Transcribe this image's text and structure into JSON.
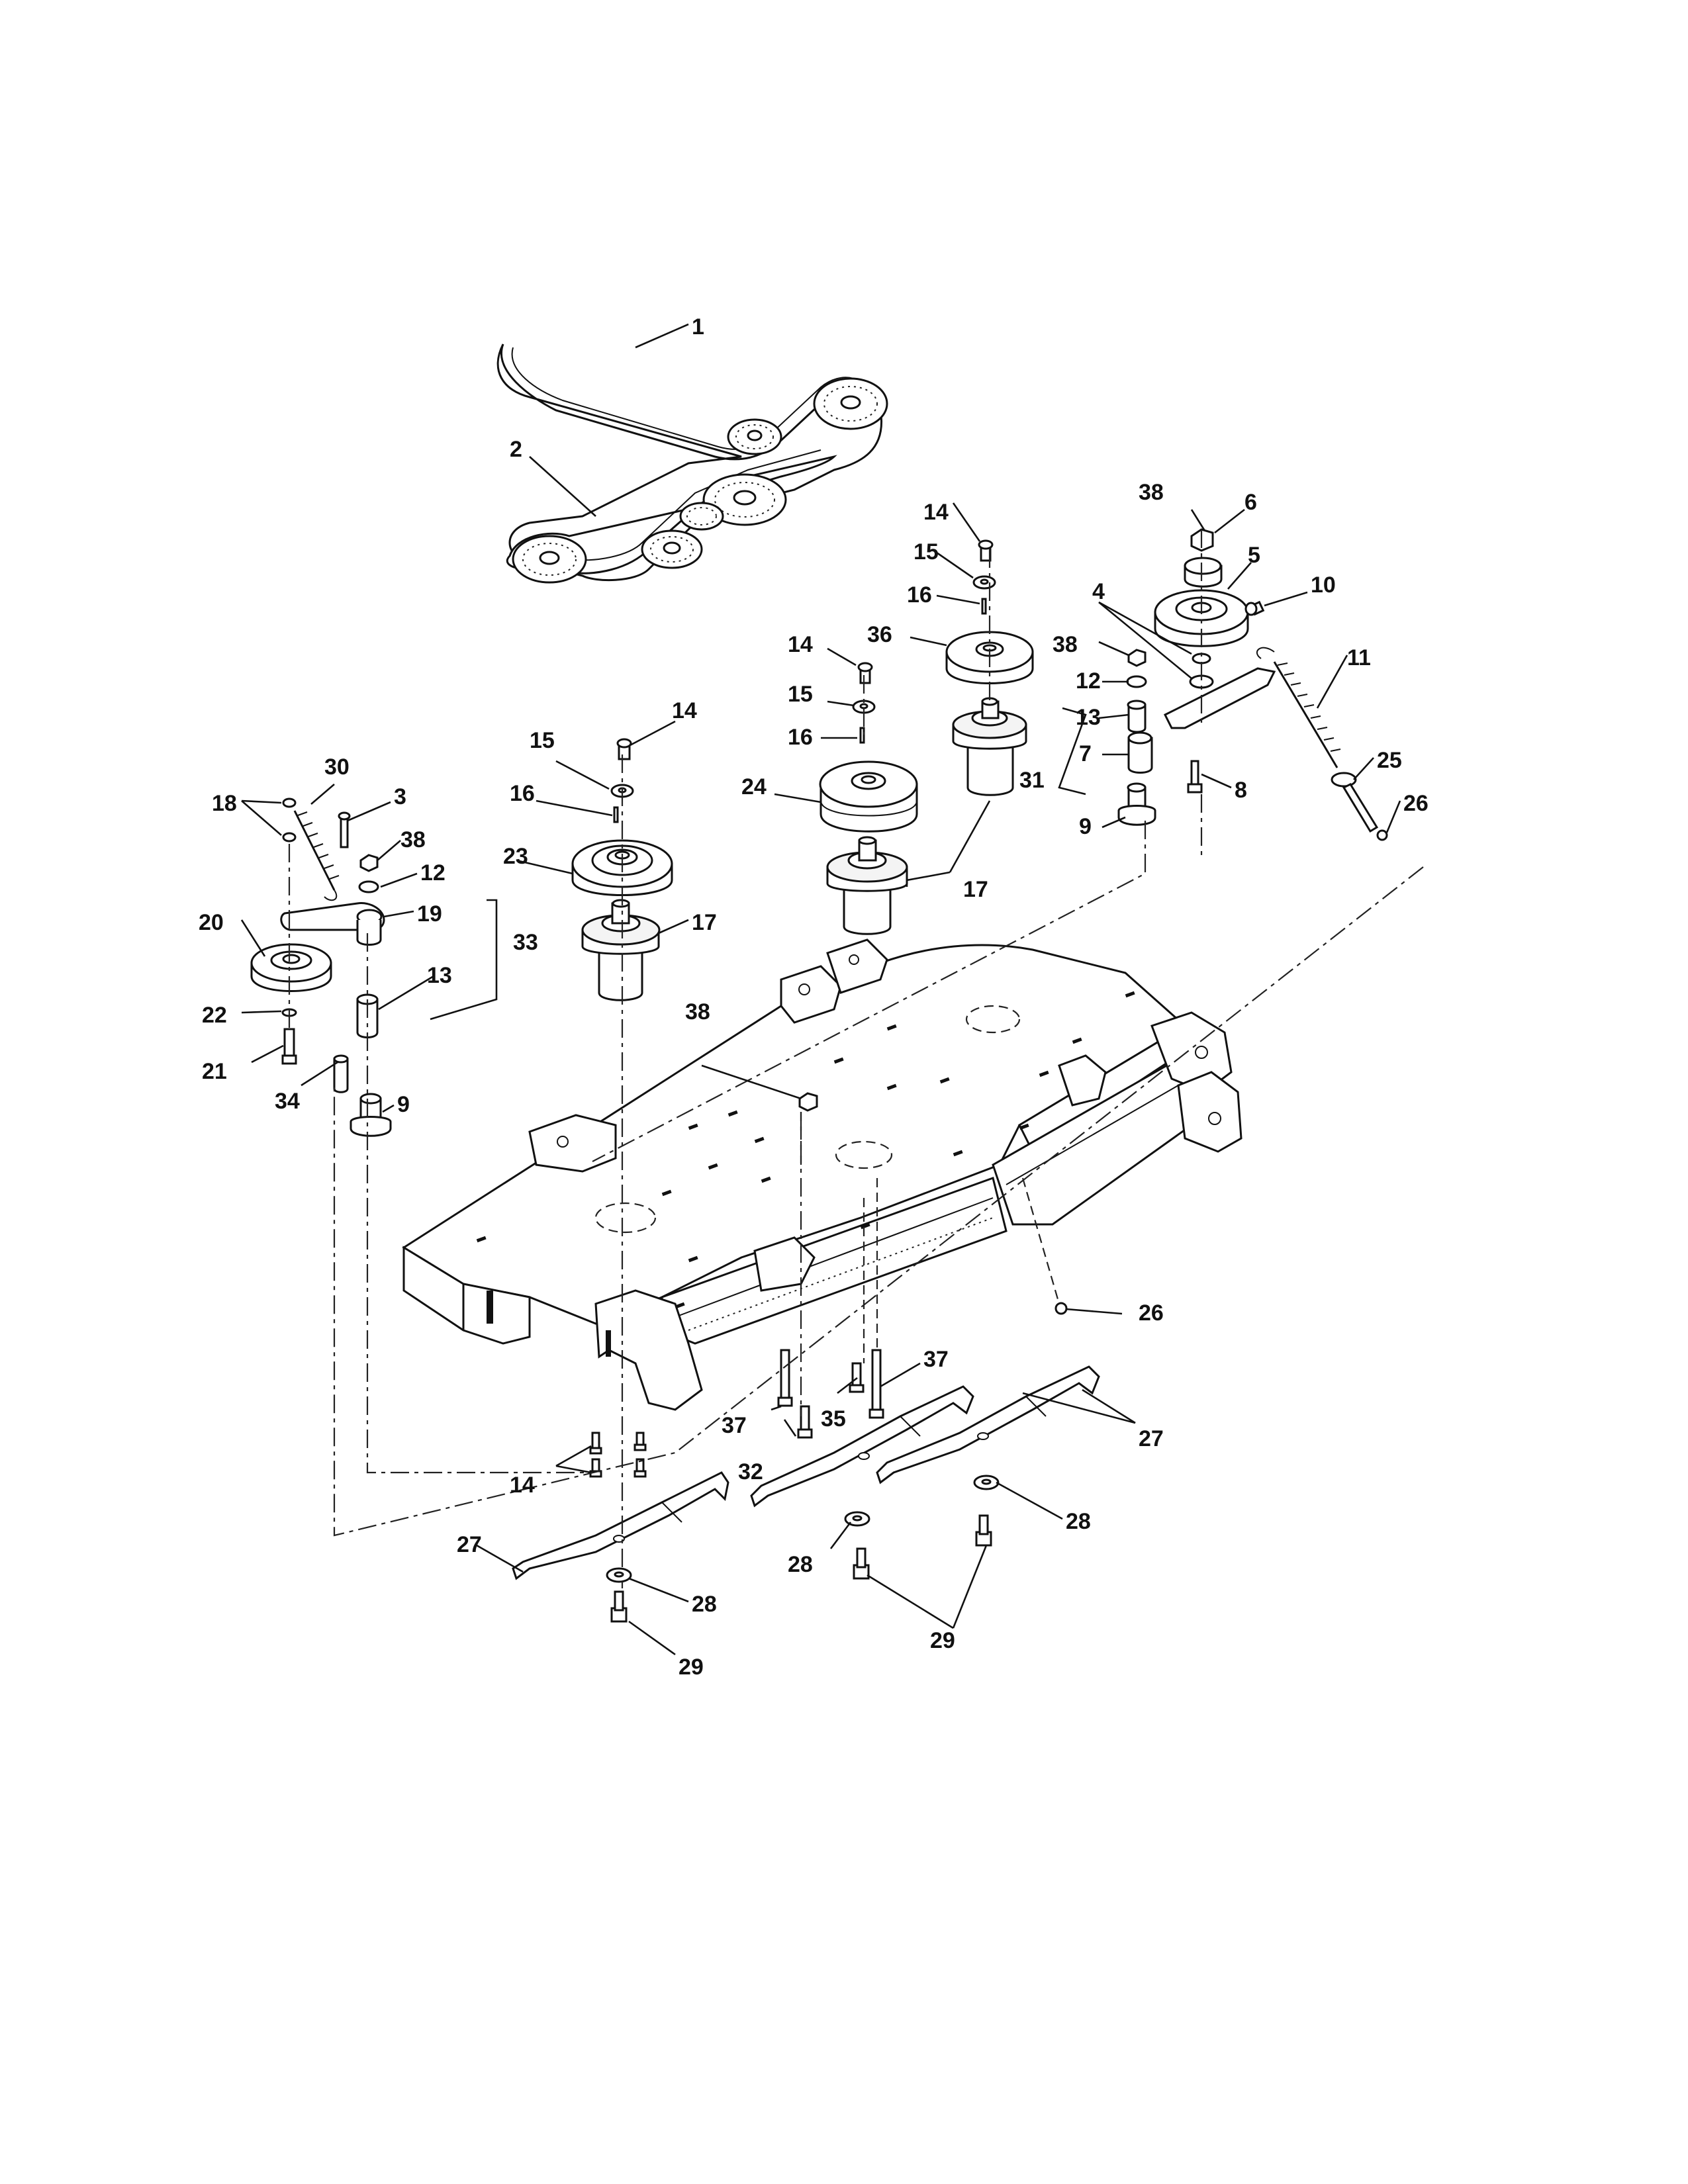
{
  "callouts": [
    {
      "id": "1",
      "label": "1"
    },
    {
      "id": "2",
      "label": "2"
    },
    {
      "id": "3",
      "label": "3"
    },
    {
      "id": "4",
      "label": "4"
    },
    {
      "id": "5",
      "label": "5"
    },
    {
      "id": "6",
      "label": "6"
    },
    {
      "id": "7",
      "label": "7"
    },
    {
      "id": "8",
      "label": "8"
    },
    {
      "id": "9a",
      "label": "9"
    },
    {
      "id": "9b",
      "label": "9"
    },
    {
      "id": "10",
      "label": "10"
    },
    {
      "id": "11",
      "label": "11"
    },
    {
      "id": "12a",
      "label": "12"
    },
    {
      "id": "12b",
      "label": "12"
    },
    {
      "id": "13a",
      "label": "13"
    },
    {
      "id": "13b",
      "label": "13"
    },
    {
      "id": "14a",
      "label": "14"
    },
    {
      "id": "14b",
      "label": "14"
    },
    {
      "id": "14c",
      "label": "14"
    },
    {
      "id": "14d",
      "label": "14"
    },
    {
      "id": "15a",
      "label": "15"
    },
    {
      "id": "15b",
      "label": "15"
    },
    {
      "id": "15c",
      "label": "15"
    },
    {
      "id": "16a",
      "label": "16"
    },
    {
      "id": "16b",
      "label": "16"
    },
    {
      "id": "16c",
      "label": "16"
    },
    {
      "id": "17a",
      "label": "17"
    },
    {
      "id": "17b",
      "label": "17"
    },
    {
      "id": "18",
      "label": "18"
    },
    {
      "id": "19",
      "label": "19"
    },
    {
      "id": "20",
      "label": "20"
    },
    {
      "id": "21",
      "label": "21"
    },
    {
      "id": "22",
      "label": "22"
    },
    {
      "id": "23",
      "label": "23"
    },
    {
      "id": "24",
      "label": "24"
    },
    {
      "id": "25",
      "label": "25"
    },
    {
      "id": "26a",
      "label": "26"
    },
    {
      "id": "26b",
      "label": "26"
    },
    {
      "id": "27a",
      "label": "27"
    },
    {
      "id": "27b",
      "label": "27"
    },
    {
      "id": "28a",
      "label": "28"
    },
    {
      "id": "28b",
      "label": "28"
    },
    {
      "id": "28c",
      "label": "28"
    },
    {
      "id": "29a",
      "label": "29"
    },
    {
      "id": "29b",
      "label": "29"
    },
    {
      "id": "30",
      "label": "30"
    },
    {
      "id": "31",
      "label": "31"
    },
    {
      "id": "32",
      "label": "32"
    },
    {
      "id": "33",
      "label": "33"
    },
    {
      "id": "34",
      "label": "34"
    },
    {
      "id": "35",
      "label": "35"
    },
    {
      "id": "36",
      "label": "36"
    },
    {
      "id": "37a",
      "label": "37"
    },
    {
      "id": "37b",
      "label": "37"
    },
    {
      "id": "38a",
      "label": "38"
    },
    {
      "id": "38b",
      "label": "38"
    },
    {
      "id": "38c",
      "label": "38"
    },
    {
      "id": "38d",
      "label": "38"
    }
  ]
}
